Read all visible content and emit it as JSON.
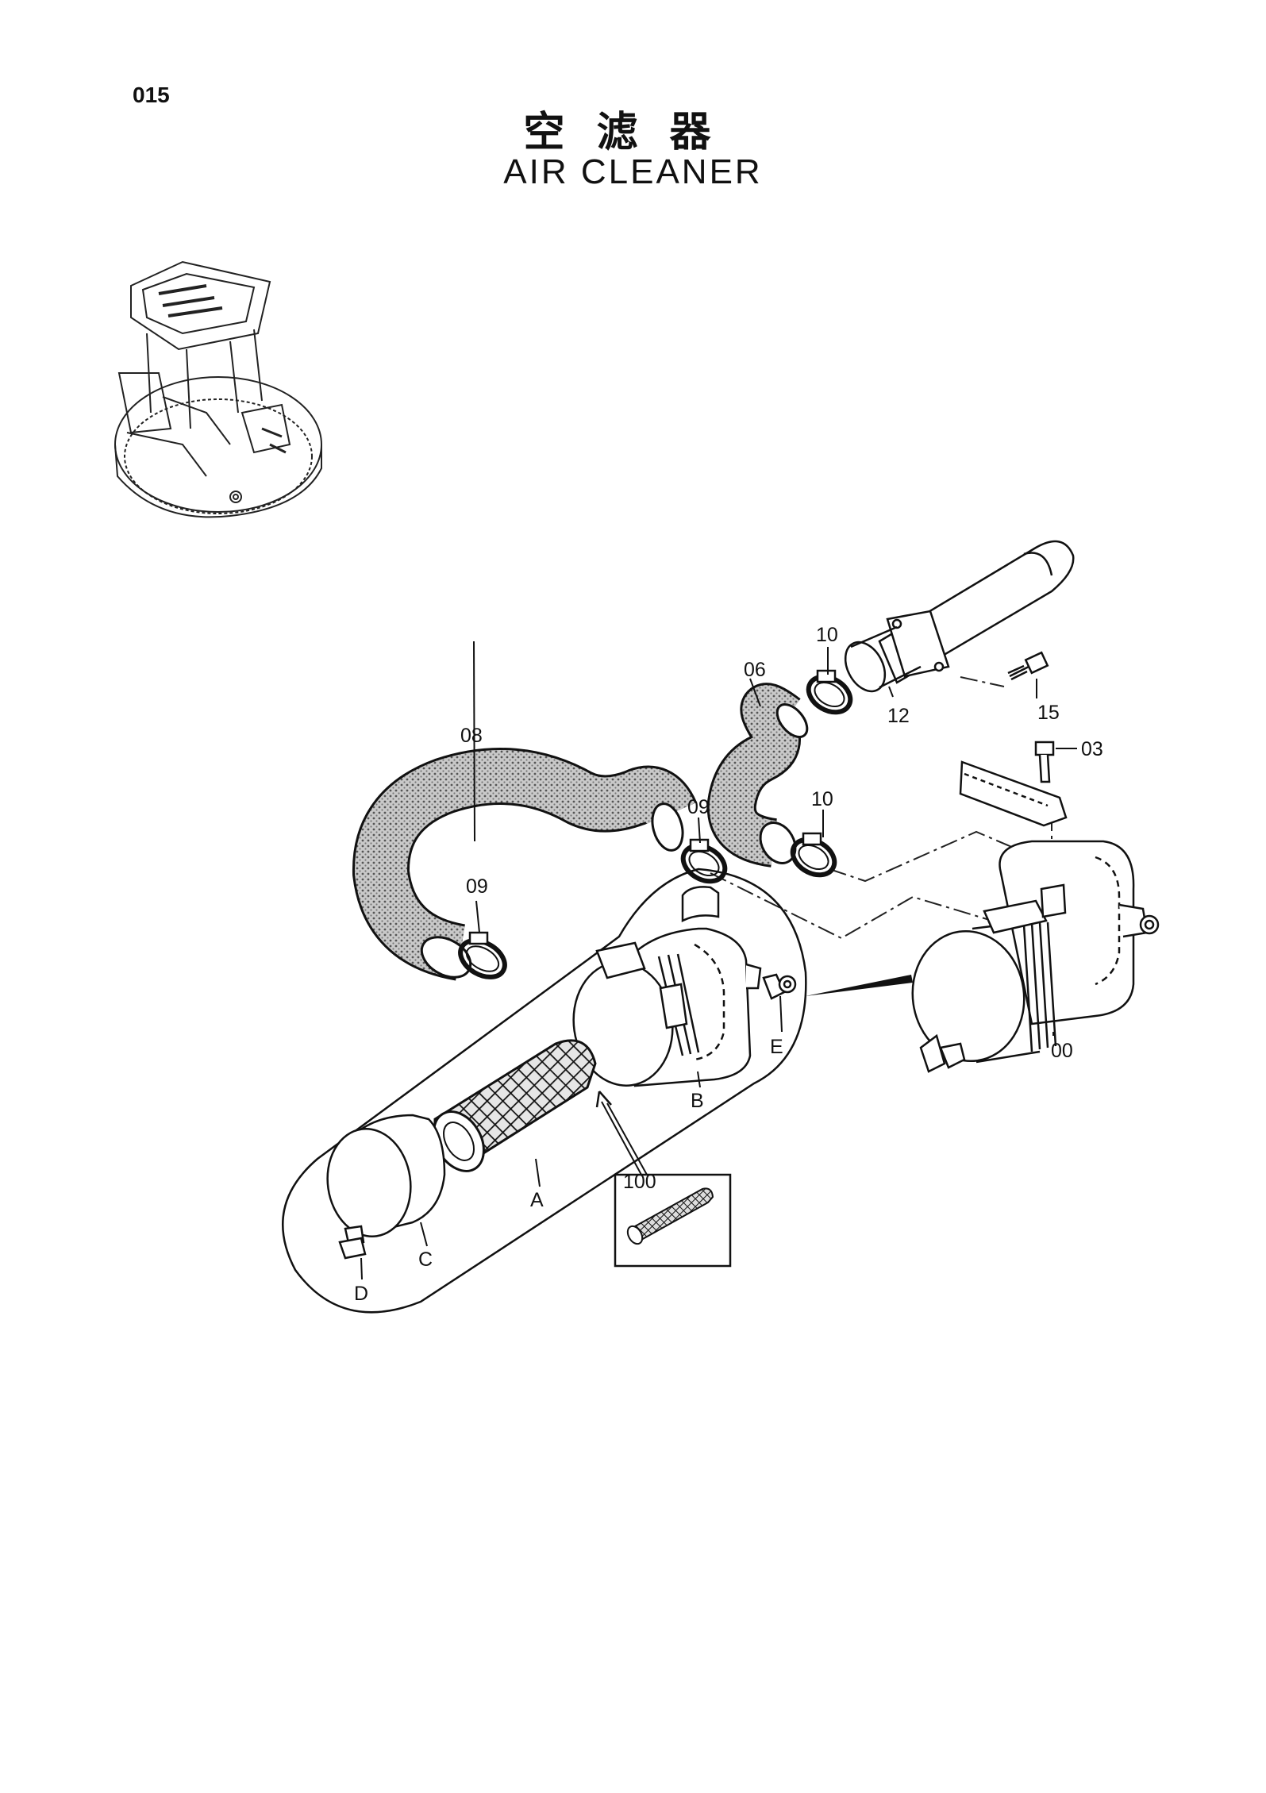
{
  "page_number": "015",
  "title_cn": "空滤器",
  "title_en": "AIR CLEANER",
  "callouts": {
    "p00": "00",
    "p03": "03",
    "p06": "06",
    "p08": "08",
    "p09a": "09",
    "p09b": "09",
    "p10a": "10",
    "p10b": "10",
    "p12": "12",
    "p15": "15",
    "p100": "100",
    "pA": "A",
    "pB": "B",
    "pC": "C",
    "pD": "D",
    "pE": "E"
  }
}
